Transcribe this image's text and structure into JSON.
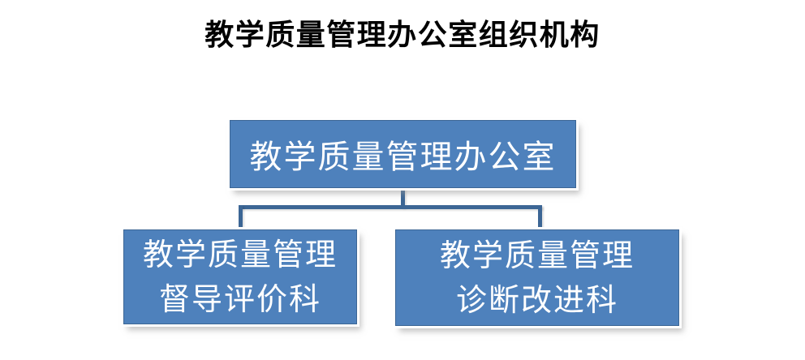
{
  "title": "教学质量管理办公室组织机构",
  "diagram": {
    "type": "org-chart",
    "root": {
      "label": "教学质量管理办公室"
    },
    "children": [
      {
        "line1": "教学质量管理",
        "line2": "督导评价科"
      },
      {
        "line1": "教学质量管理",
        "line2": "诊断改进科"
      }
    ]
  },
  "colors": {
    "background": "#ffffff",
    "title_text": "#000000",
    "node_fill": "#4e81bc",
    "node_border": "#3c6695",
    "node_text": "#ffffff",
    "connector": "#3c6695"
  }
}
